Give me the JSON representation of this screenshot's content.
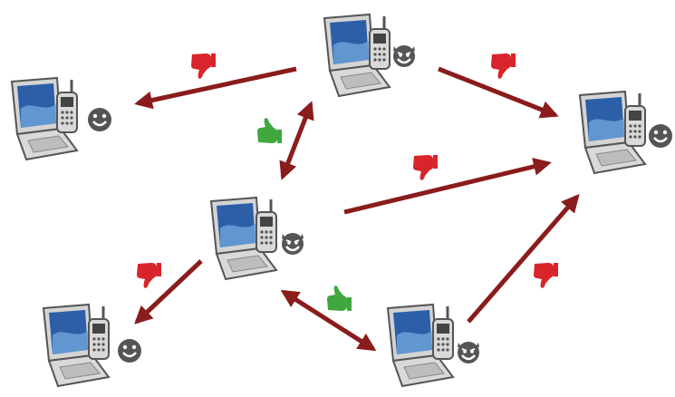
{
  "colors": {
    "arrow": "#8a1c1c",
    "thumb_down": "#d9242b",
    "thumb_up": "#3ea83e",
    "laptop_body": "#d9d9d9",
    "laptop_outline": "#555555",
    "screen_blue": "#2c5fa8",
    "face": "#555555"
  },
  "nodes": [
    {
      "id": "top",
      "agent": "malicious"
    },
    {
      "id": "left",
      "agent": "benign"
    },
    {
      "id": "right",
      "agent": "benign"
    },
    {
      "id": "center",
      "agent": "malicious"
    },
    {
      "id": "bottom-left",
      "agent": "benign"
    },
    {
      "id": "bottom-right",
      "agent": "malicious"
    }
  ],
  "links": [
    {
      "from": "top",
      "to": "left",
      "direction": "one-way",
      "rating": "thumbs-down"
    },
    {
      "from": "top",
      "to": "right",
      "direction": "one-way",
      "rating": "thumbs-down"
    },
    {
      "from": "top",
      "to": "center",
      "direction": "two-way",
      "rating": "thumbs-up"
    },
    {
      "from": "center",
      "to": "right",
      "direction": "one-way",
      "rating": "thumbs-down"
    },
    {
      "from": "center",
      "to": "bottom-left",
      "direction": "one-way",
      "rating": "thumbs-down"
    },
    {
      "from": "center",
      "to": "bottom-right",
      "direction": "two-way",
      "rating": "thumbs-up"
    },
    {
      "from": "bottom-right",
      "to": "right",
      "direction": "one-way",
      "rating": "thumbs-down"
    }
  ]
}
